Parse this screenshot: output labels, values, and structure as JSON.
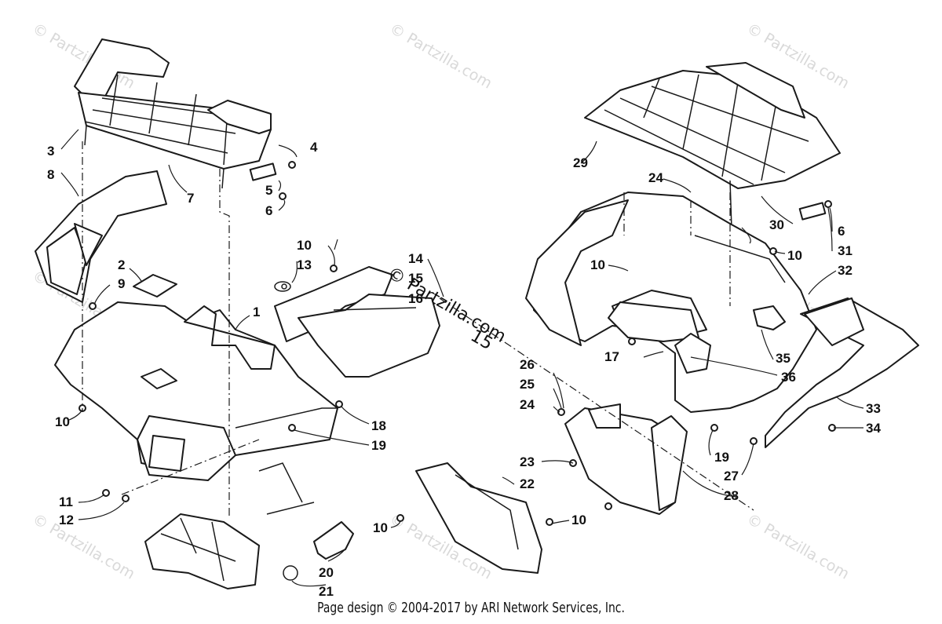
{
  "watermarks": [
    "© Partzilla.com"
  ],
  "callouts": [
    "1",
    "2",
    "3",
    "4",
    "5",
    "6",
    "7",
    "8",
    "9",
    "10",
    "11",
    "12",
    "13",
    "14",
    "15",
    "16",
    "17",
    "18",
    "19",
    "20",
    "21",
    "22",
    "23",
    "24",
    "25",
    "26",
    "27",
    "28",
    "29",
    "30",
    "31",
    "32",
    "33",
    "34",
    "35",
    "36"
  ],
  "overlay_text": "© Partzilla.com",
  "overlay_num": "15",
  "footer": "Page design © 2004-2017 by ARI Network Services, Inc."
}
